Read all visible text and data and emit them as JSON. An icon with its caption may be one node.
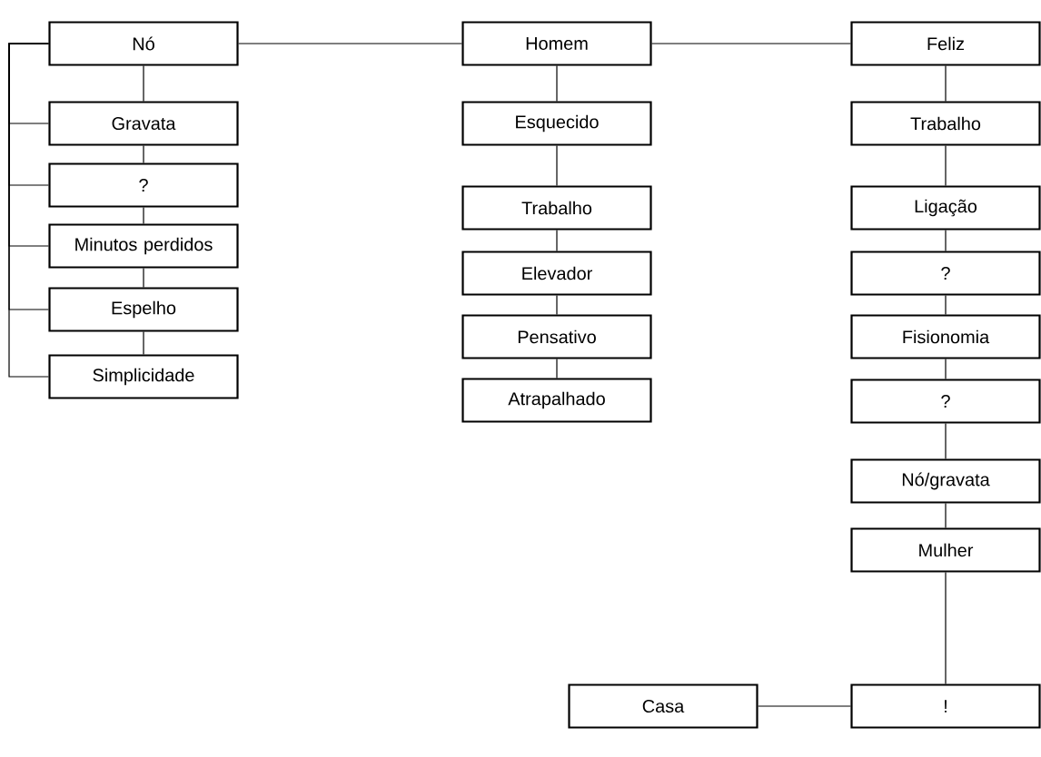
{
  "diagram": {
    "nodes": [
      {
        "text": [
          "Nó"
        ]
      },
      {
        "text": [
          "Gravata"
        ]
      },
      {
        "text": [
          "?"
        ]
      },
      {
        "text": [
          "Minutos perdidos"
        ]
      },
      {
        "text": [
          "Espelho"
        ]
      },
      {
        "text": [
          "Simplicidade"
        ]
      },
      {
        "text": [
          "Homem"
        ]
      },
      {
        "text": [
          "Esquecido"
        ]
      },
      {
        "text": [
          "Trabalho"
        ]
      },
      {
        "text": [
          "Elevador"
        ]
      },
      {
        "text": [
          "Pensativo"
        ]
      },
      {
        "text": [
          "Atrapalhado"
        ]
      },
      {
        "text": [
          "Feliz"
        ]
      },
      {
        "text": [
          "Trabalho"
        ]
      },
      {
        "text": [
          "Ligação"
        ]
      },
      {
        "text": [
          "?"
        ]
      },
      {
        "text": [
          "Fisionomia"
        ]
      },
      {
        "text": [
          "?"
        ]
      },
      {
        "text": [
          "Nó/gravata"
        ]
      },
      {
        "text": [
          "Mulher"
        ]
      },
      {
        "text": [
          "!"
        ]
      },
      {
        "text": [
          "Casa"
        ]
      }
    ],
    "edges": [
      {
        "from": 0,
        "to": 6,
        "arrow": "none"
      },
      {
        "from": 6,
        "to": 12,
        "arrow": "none"
      },
      {
        "from": 0,
        "to": 1,
        "arrow": "none"
      },
      {
        "from": 1,
        "to": 2,
        "arrow": "none"
      },
      {
        "from": 2,
        "to": 3,
        "arrow": "none"
      },
      {
        "from": 3,
        "to": 4,
        "arrow": "none"
      },
      {
        "from": 4,
        "to": 5,
        "arrow": "none"
      },
      {
        "from": 0,
        "to": 1,
        "arrow": "none"
      },
      {
        "from": 0,
        "to": 2,
        "arrow": "none"
      },
      {
        "from": 0,
        "to": 3,
        "arrow": "none"
      },
      {
        "from": 0,
        "to": 4,
        "arrow": "none"
      },
      {
        "from": 0,
        "to": 5,
        "arrow": "none"
      },
      {
        "from": 6,
        "to": 7,
        "arrow": "none"
      },
      {
        "from": 7,
        "to": 8,
        "arrow": "none"
      },
      {
        "from": 8,
        "to": 9,
        "arrow": "none"
      },
      {
        "from": 9,
        "to": 10,
        "arrow": "none"
      },
      {
        "from": 10,
        "to": 11,
        "arrow": "none"
      },
      {
        "from": 12,
        "to": 13,
        "arrow": "none"
      },
      {
        "from": 13,
        "to": 14,
        "arrow": "none"
      },
      {
        "from": 14,
        "to": 15,
        "arrow": "none"
      },
      {
        "from": 15,
        "to": 16,
        "arrow": "none"
      },
      {
        "from": 16,
        "to": 17,
        "arrow": "none"
      },
      {
        "from": 17,
        "to": 18,
        "arrow": "none"
      },
      {
        "from": 18,
        "to": 19,
        "arrow": "none"
      },
      {
        "from": 19,
        "to": 20,
        "arrow": "none"
      },
      {
        "from": 21,
        "to": 20,
        "arrow": "none"
      }
    ]
  }
}
